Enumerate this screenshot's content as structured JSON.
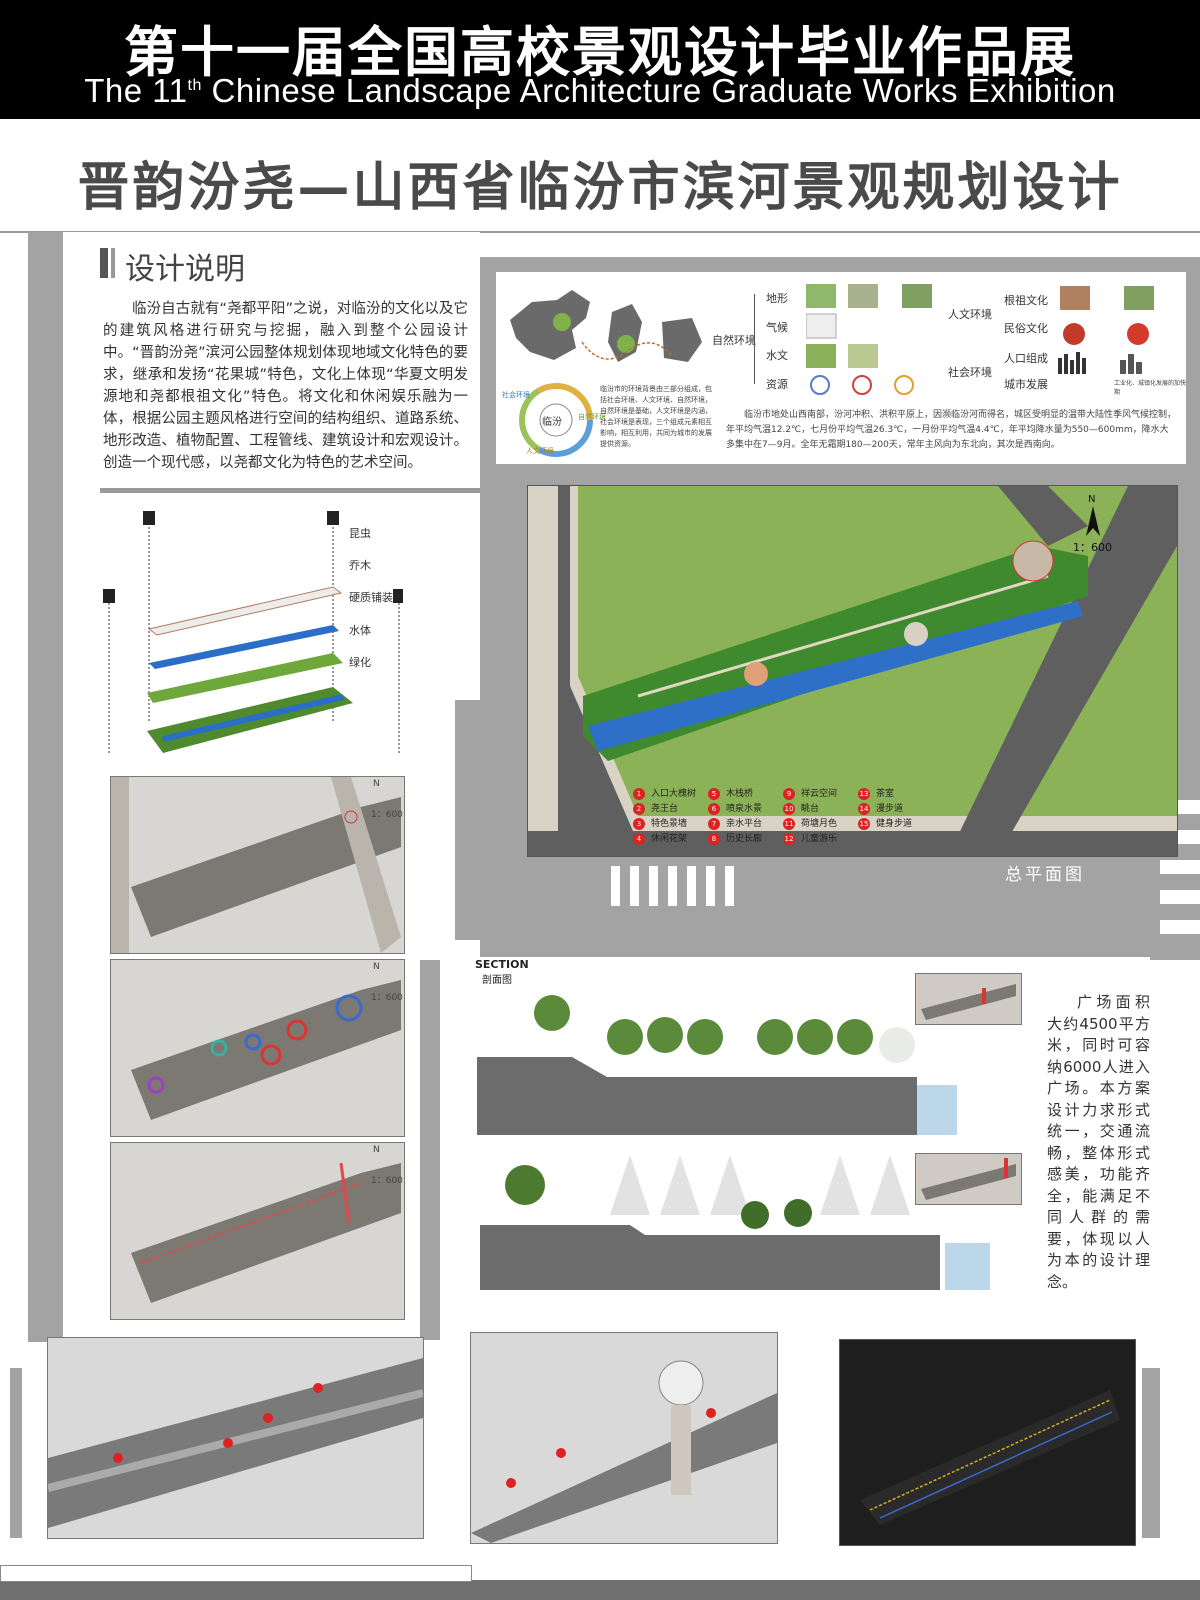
{
  "header": {
    "title_zh": "第十一届全国高校景观设计毕业作品展",
    "title_en_prefix": "The 11",
    "title_en_sup": "th",
    "title_en_suffix": " Chinese Landscape Architecture Graduate Works Exhibition"
  },
  "project_title": "晋韵汾尧—山西省临汾市滨河景观规划设计",
  "design_notes": {
    "heading": "设计说明",
    "body": "临汾自古就有“尧都平阳”之说，对临汾的文化以及它的建筑风格进行研究与挖掘，融入到整个公园设计中。“晋韵汾尧”滨河公园整体规划体现地域文化特色的要求，继承和发扬“花果城”特色，文化上体现“华夏文明发源地和尧都根祖文化”特色。将文化和休闲娱乐融为一体，根据公园主题风格进行空间的结构组织、道路系统、地形改造、植物配置、工程管线、建筑设计和宏观设计。创造一个现代感，以尧都文化为特色的艺术空间。"
  },
  "analysis": {
    "center_label": "临汾",
    "ring_labels": [
      "社会环境",
      "自然环境",
      "人文环境"
    ],
    "left_note": "临汾市的环境背景由三部分组成，包括社会环境、人文环境、自然环境，自然环境是基础，人文环境是内涵，社会环境是表现，三个组成元素相互影响，相互利用，共同为城市的发展提供资源。",
    "natural": {
      "label": "自然环境",
      "items": [
        "地形",
        "气候",
        "水文",
        "资源"
      ]
    },
    "cultural": {
      "label": "人文环境",
      "items": [
        "根祖文化",
        "民俗文化"
      ]
    },
    "social": {
      "label": "社会环境",
      "items": [
        "人口组成",
        "城市发展"
      ]
    },
    "social_note": "工业化、城镇化发展的加快期",
    "climate_note": "临汾市地处山西南部，汾河冲积、洪积平原上，因濒临汾河而得名，城区受明显的温带大陆性季风气候控制，年平均气温12.2℃，七月份平均气温26.3℃，一月份平均气温4.4℃，年平均降水量为550—600mm，降水大多集中在7—9月。全年无霜期180—200天，常年主风向为东北向，其次是西南向。"
  },
  "layers": {
    "items": [
      "昆虫",
      "乔木",
      "硬质铺装",
      "水体",
      "绿化"
    ]
  },
  "master_plan": {
    "north": "N",
    "scale": "1：600",
    "caption": "总平面图",
    "legend": [
      {
        "n": "1",
        "t": "入口大槐树"
      },
      {
        "n": "2",
        "t": "尧王台"
      },
      {
        "n": "3",
        "t": "特色景墙"
      },
      {
        "n": "4",
        "t": "休闲花架"
      },
      {
        "n": "5",
        "t": "木栈桥"
      },
      {
        "n": "6",
        "t": "喷泉水景"
      },
      {
        "n": "7",
        "t": "亲水平台"
      },
      {
        "n": "8",
        "t": "历史长廊"
      },
      {
        "n": "9",
        "t": "祥云空间"
      },
      {
        "n": "10",
        "t": "眺台"
      },
      {
        "n": "11",
        "t": "荷塘月色"
      },
      {
        "n": "12",
        "t": "儿童游乐"
      },
      {
        "n": "13",
        "t": "茶室"
      },
      {
        "n": "14",
        "t": "漫步道"
      },
      {
        "n": "15",
        "t": "健身步道"
      }
    ]
  },
  "analysis_maps": {
    "north": "N",
    "scale": "1：600"
  },
  "section": {
    "title_en": "SECTION",
    "title_zh": "剖面图"
  },
  "plaza_text": "广场面积大约4500平方米，同时可容纳6000人进入广场。本方案设计力求形式统一，交通流畅，整体形式感美，功能齐全，能满足不同人群的需要，体现以人为本的设计理念。",
  "colors": {
    "header_bg": "#000000",
    "accent_red": "#d22222",
    "grass": "#7fa84a",
    "water": "#2b6fc0"
  }
}
